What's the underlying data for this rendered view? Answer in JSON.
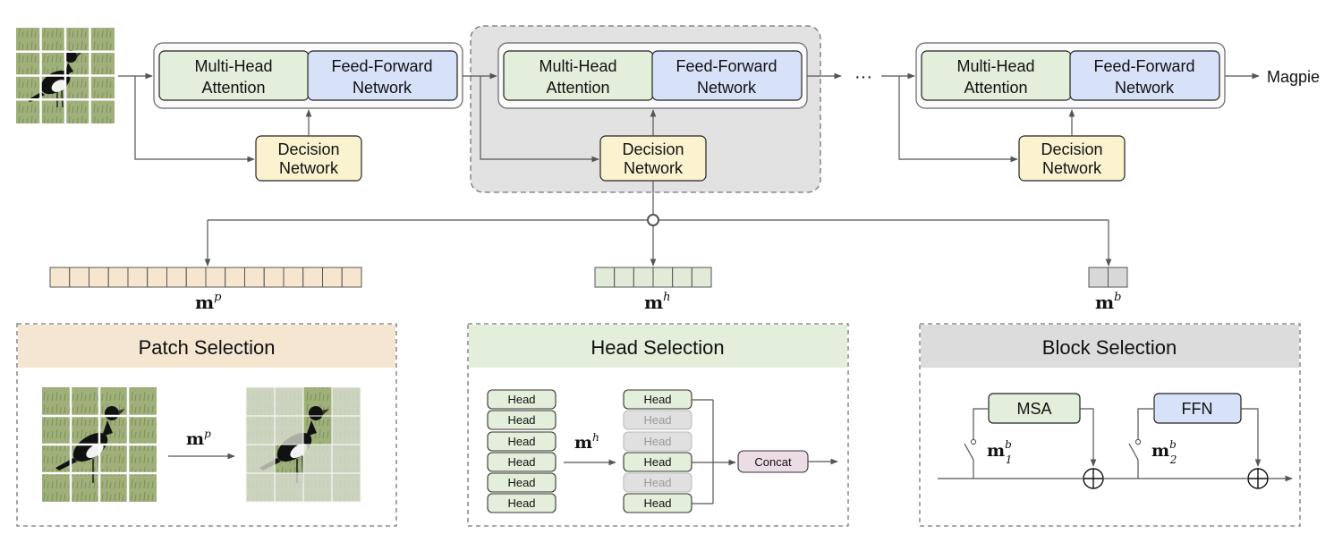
{
  "blocks": {
    "mha_line1": "Multi-Head",
    "mha_line2": "Attention",
    "ffn_line1": "Feed-Forward",
    "ffn_line2": "Network",
    "dec_line1": "Decision",
    "dec_line2": "Network",
    "ellipsis": "···",
    "output": "Magpie"
  },
  "masks": {
    "patch": {
      "base": "m",
      "sup": "p"
    },
    "head": {
      "base": "m",
      "sup": "h"
    },
    "block": {
      "base": "m",
      "sup": "b"
    }
  },
  "panels": {
    "patch": {
      "title": "Patch Selection",
      "arrow_base": "m",
      "arrow_sup": "p"
    },
    "head": {
      "title": "Head Selection",
      "head_label": "Head",
      "concat": "Concat",
      "arrow_base": "m",
      "arrow_sup": "h",
      "selected": [
        true,
        false,
        false,
        true,
        false,
        true
      ]
    },
    "block": {
      "title": "Block Selection",
      "msa": "MSA",
      "ffn": "FFN",
      "switch1": {
        "base": "m",
        "sub": "1",
        "sup": "b"
      },
      "switch2": {
        "base": "m",
        "sub": "2",
        "sup": "b"
      }
    }
  },
  "colors": {
    "mha": "#e3efdb",
    "ffn": "#d7e1f8",
    "decision": "#fbf3d0",
    "patch_mask": "#f6e6cf",
    "head_mask": "#e1ecd8",
    "block_mask": "#d8d8d8",
    "patch_title": "#f4e6d0",
    "head_title": "#e3eedb",
    "block_title": "#dcdcdc",
    "highlight": "#e2e2e2",
    "concat": "#ecdce6",
    "head_off": "#e0e0e0"
  }
}
